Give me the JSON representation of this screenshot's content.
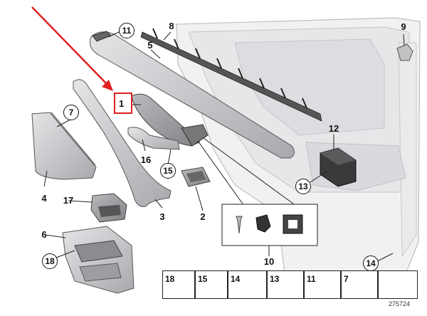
{
  "diagram": {
    "colors": {
      "part": "#c9cacc",
      "part_dark": "#9a9c9f",
      "line": "#222222",
      "callout_arrow": "#e02020",
      "highlight": "#e02020"
    },
    "highlighted_label": "1",
    "labels_plain": [
      "1",
      "2",
      "3",
      "4",
      "5",
      "6",
      "8",
      "9",
      "10",
      "12",
      "16",
      "17"
    ],
    "labels_circled": [
      "7",
      "11",
      "13",
      "14",
      "15",
      "18"
    ],
    "legend": [
      "18",
      "15",
      "14",
      "13",
      "11",
      "7"
    ],
    "reference_number": "275724"
  }
}
